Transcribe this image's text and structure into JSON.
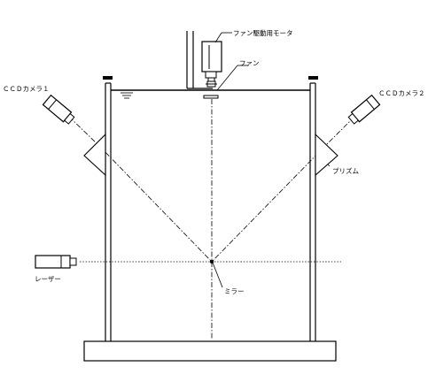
{
  "labels": {
    "motor": "ファン駆動用モータ",
    "fan": "ファン",
    "camera1": "ＣＣＤカメラ１",
    "camera2": "ＣＣＤカメラ２",
    "prism": "プリズム",
    "laser": "レーザー",
    "mirror": "ミラー"
  },
  "colors": {
    "line": "#000000",
    "background": "#ffffff"
  }
}
